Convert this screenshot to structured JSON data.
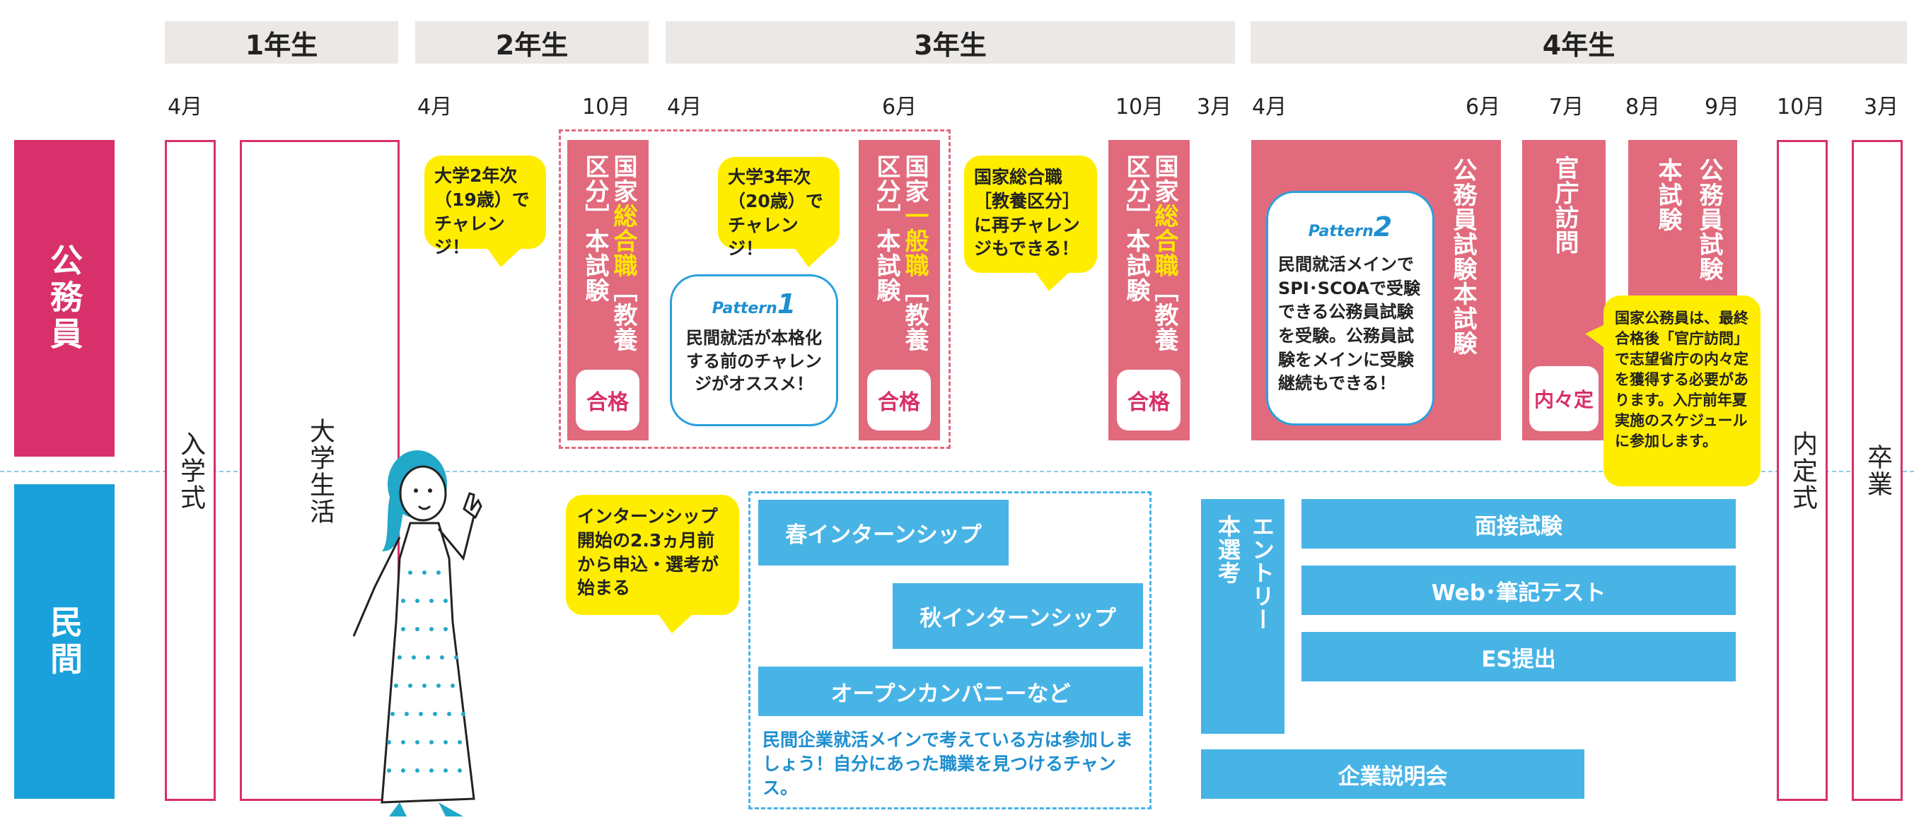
{
  "years": [
    {
      "label": "1年生"
    },
    {
      "label": "2年生"
    },
    {
      "label": "3年生"
    },
    {
      "label": "4年生"
    }
  ],
  "months": [
    "4月",
    "4月",
    "10月",
    "4月",
    "6月",
    "10月",
    "3月",
    "4月",
    "6月",
    "7月",
    "8月",
    "9月",
    "10月",
    "3月"
  ],
  "row_labels": {
    "public": "公務員",
    "private": "民間"
  },
  "columns": {
    "entrance": "入学式",
    "campus_life": "大学生活",
    "offer_ceremony": "内定式",
    "graduation": "卒業"
  },
  "public_exams": {
    "exam1": {
      "pre": "国家",
      "hl": "総合職",
      "post": "［教養区分］本試験",
      "badge": "合格"
    },
    "exam2": {
      "pre": "国家",
      "hl": "一般職",
      "post": "［教養区分］本試験",
      "badge": "合格"
    },
    "exam3": {
      "pre": "国家",
      "hl": "総合職",
      "post": "［教養区分］本試験",
      "badge": "合格"
    },
    "exam4": {
      "text": "公務員試験本試験"
    },
    "exam5": {
      "text": "官庁訪問",
      "badge": "内々定"
    },
    "exam6": {
      "text1": "本試験",
      "text2": "公務員試験"
    }
  },
  "bubbles": {
    "b1": "大学2年次（19歳）でチャレンジ！",
    "b2": "大学3年次（20歳）でチャレンジ！",
    "b3": "国家総合職［教養区分］に再チャレンジもできる！",
    "b4": "国家公務員は、最終合格後「官庁訪問」で志望省庁の内々定を獲得する必要があります。入庁前年夏実施のスケジュールに参加します。",
    "b5": "インターンシップ開始の2.3ヵ月前から申込・選考が始まる"
  },
  "patterns": {
    "p1": {
      "label": "Pattern",
      "num": "1",
      "text": "民間就活が本格化する前のチャレンジがオススメ！"
    },
    "p2": {
      "label": "Pattern",
      "num": "2",
      "text": "民間就活メインでSPI･SCOAで受験できる公務員試験を受験。公務員試験をメインに受験継続もできる！"
    }
  },
  "private": {
    "spring": "春インターンシップ",
    "autumn": "秋インターンシップ",
    "open": "オープンカンパニーなど",
    "note": "民間企業就活メインで考えている方は参加しましょう！自分にあった職業を見つけるチャンス。",
    "entry1": "エントリー",
    "entry2": "本選考",
    "interview": "面接試験",
    "web": "Web･筆記テスト",
    "es": "ES提出",
    "seminar": "企業説明会"
  },
  "colors": {
    "pink": "#e16a7d",
    "magenta": "#d8306a",
    "blue": "#48b4e6",
    "yellow": "#ffed00",
    "gray": "#ebe8e5"
  }
}
